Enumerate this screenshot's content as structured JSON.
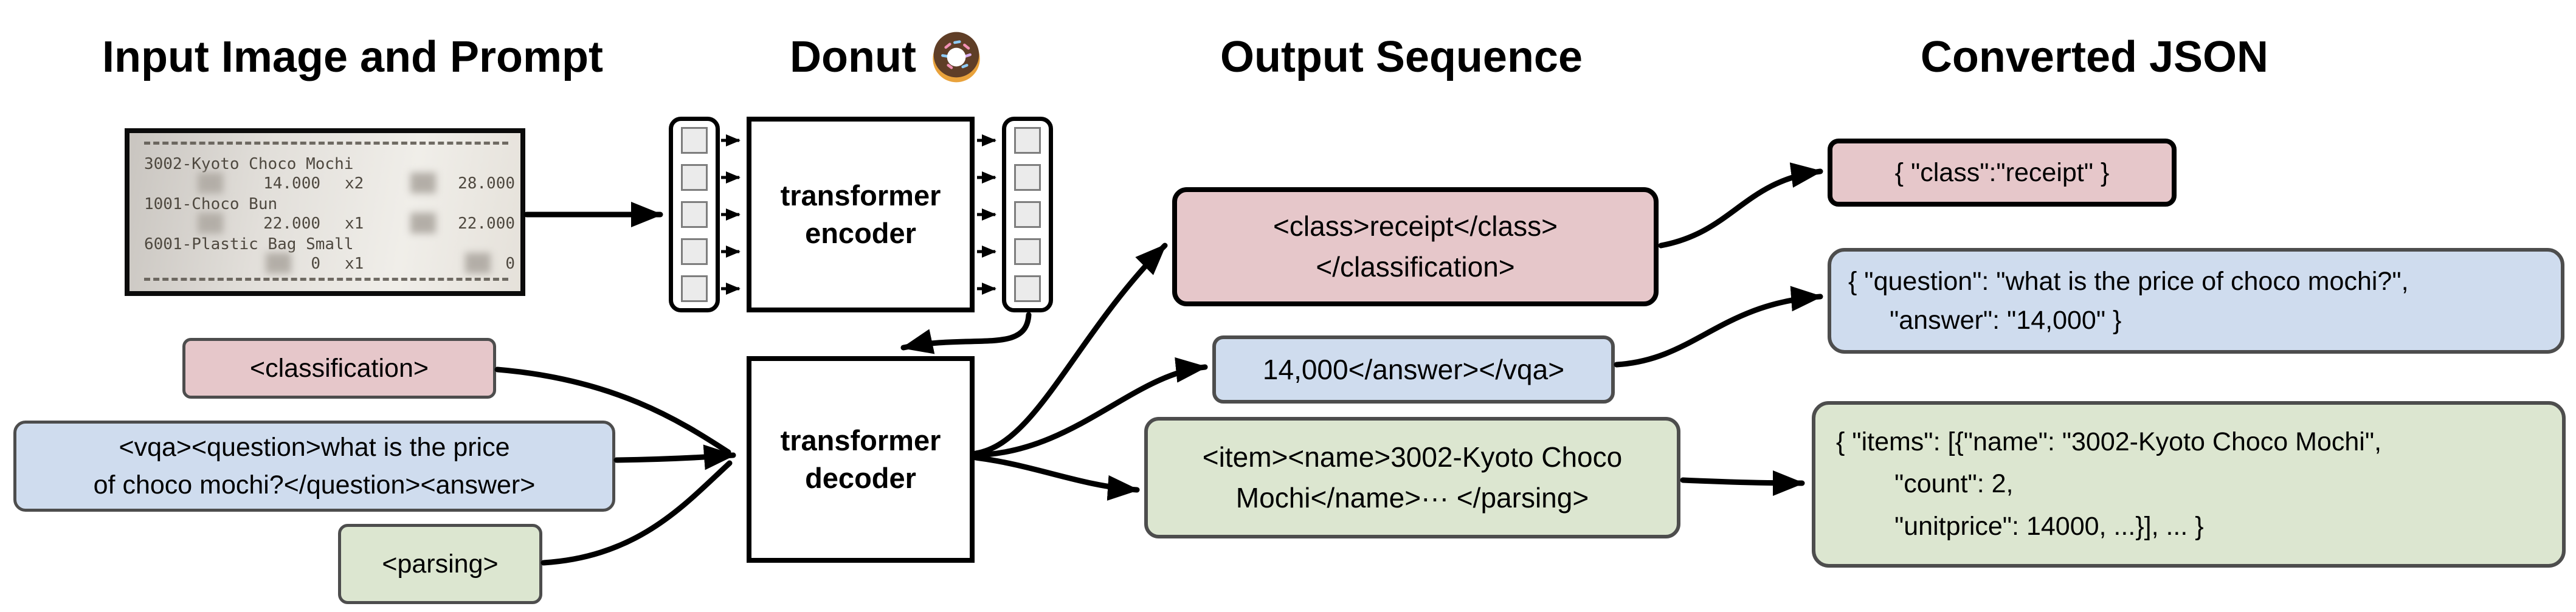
{
  "titles": {
    "input_prompt": "Input Image and Prompt",
    "model": "Donut",
    "output_sequence": "Output Sequence",
    "converted_json": "Converted JSON"
  },
  "colors": {
    "classification_fill": "#e6c7ca",
    "vqa_fill": "#cfdcee",
    "parsing_fill": "#dce6d0",
    "box_border_gray": "#4d4d4d",
    "box_border_black": "#000000"
  },
  "receipt": {
    "items": [
      {
        "name": "3002-Kyoto Choco Mochi",
        "unitprice": "14.000",
        "qty": "x2",
        "total": "28.000"
      },
      {
        "name": "1001-Choco Bun",
        "unitprice": "22.000",
        "qty": "x1",
        "total": "22.000"
      },
      {
        "name": "6001-Plastic Bag Small",
        "unitprice": "0",
        "qty": "x1",
        "total": "0"
      }
    ]
  },
  "model": {
    "encoder_label": "transformer encoder",
    "decoder_label": "transformer decoder",
    "input_token_count": 5,
    "output_token_count": 5
  },
  "prompts": {
    "classification": "<classification>",
    "vqa_line1": "<vqa><question>what is the price",
    "vqa_line2": "of choco mochi?</question><answer>",
    "parsing": "<parsing>"
  },
  "outputs": {
    "classification_line1": "<class>receipt</class>",
    "classification_line2": "</classification>",
    "vqa": "14,000</answer></vqa>",
    "parsing_line1": "<item><name>3002-Kyoto Choco",
    "parsing_line2": "Mochi</name>··· </parsing>"
  },
  "json_outputs": {
    "classification": "{ \"class\":\"receipt\" }",
    "vqa_line1": "{ \"question\": \"what is the price of choco mochi?\",",
    "vqa_line2": "\"answer\": \"14,000\" }",
    "parsing_line1": "{ \"items\": [{\"name\": \"3002-Kyoto Choco Mochi\",",
    "parsing_line2": "\"count\": 2,",
    "parsing_line3": "\"unitprice\": 14000, ...}], ... }"
  }
}
